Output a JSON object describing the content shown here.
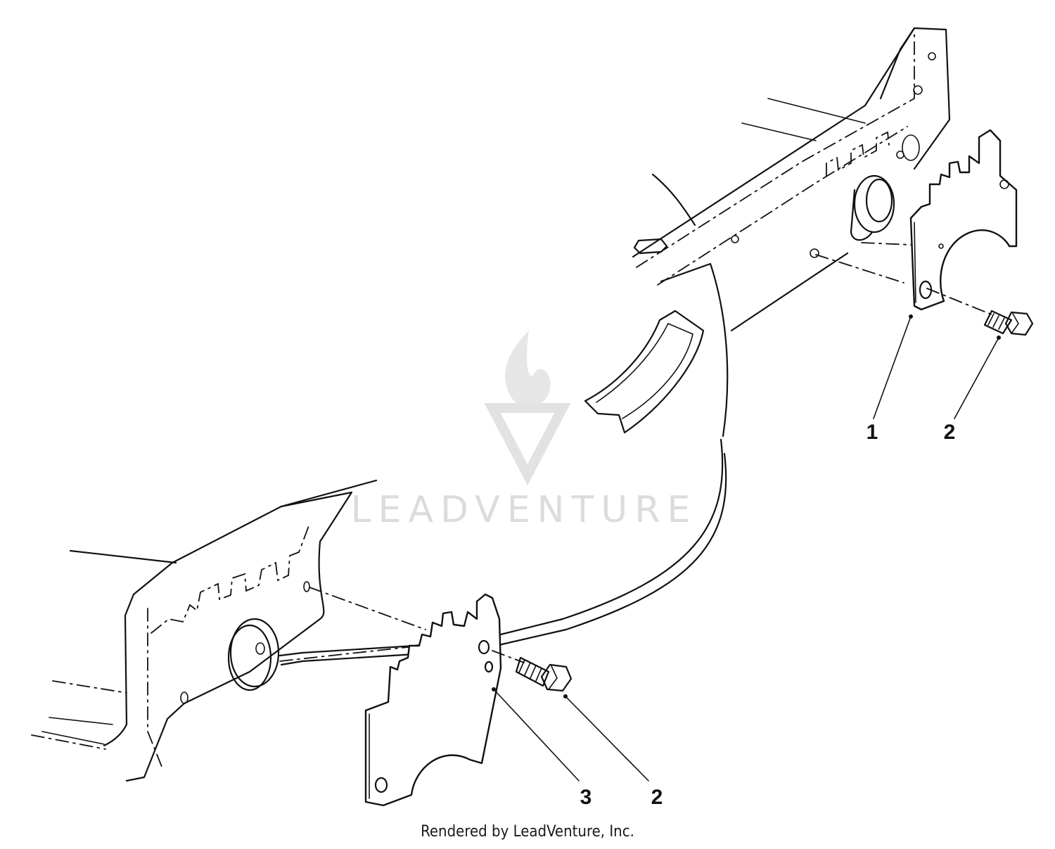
{
  "callouts": {
    "top_part_1": "1",
    "top_part_2": "2",
    "bottom_part_3": "3",
    "bottom_part_2": "2"
  },
  "watermark": {
    "text": "LEADVENTURE"
  },
  "footer": {
    "credit": "Rendered by LeadVenture, Inc."
  }
}
